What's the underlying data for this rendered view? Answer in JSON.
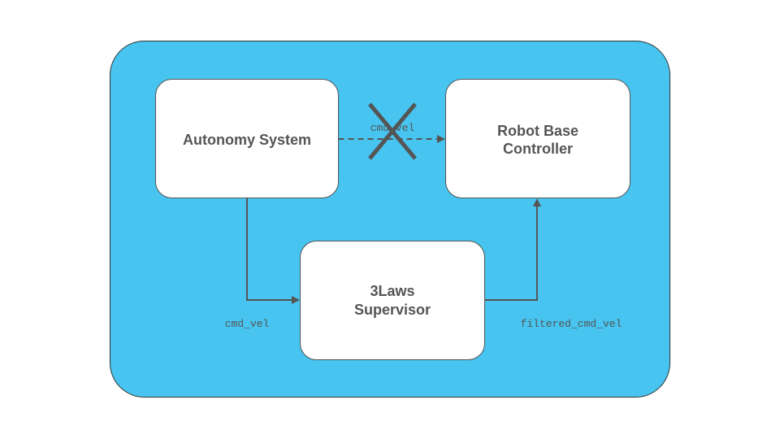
{
  "colors": {
    "container_fill": "#47c4ef",
    "container_stroke": "#333333",
    "node_fill": "#ffffff",
    "node_stroke": "#555555",
    "text": "#555555",
    "edge": "#555555"
  },
  "nodes": {
    "autonomy": {
      "label": "Autonomy System"
    },
    "robot_base": {
      "line1": "Robot Base",
      "line2": "Controller"
    },
    "supervisor": {
      "line1": "3Laws",
      "line2": "Supervisor"
    }
  },
  "edges": {
    "direct": {
      "label": "cmd_vel",
      "blocked": true
    },
    "to_supervisor": {
      "label": "cmd_vel"
    },
    "to_robot": {
      "label": "filtered_cmd_vel"
    }
  },
  "icons": {
    "blocked_marker": "x-mark-icon"
  }
}
